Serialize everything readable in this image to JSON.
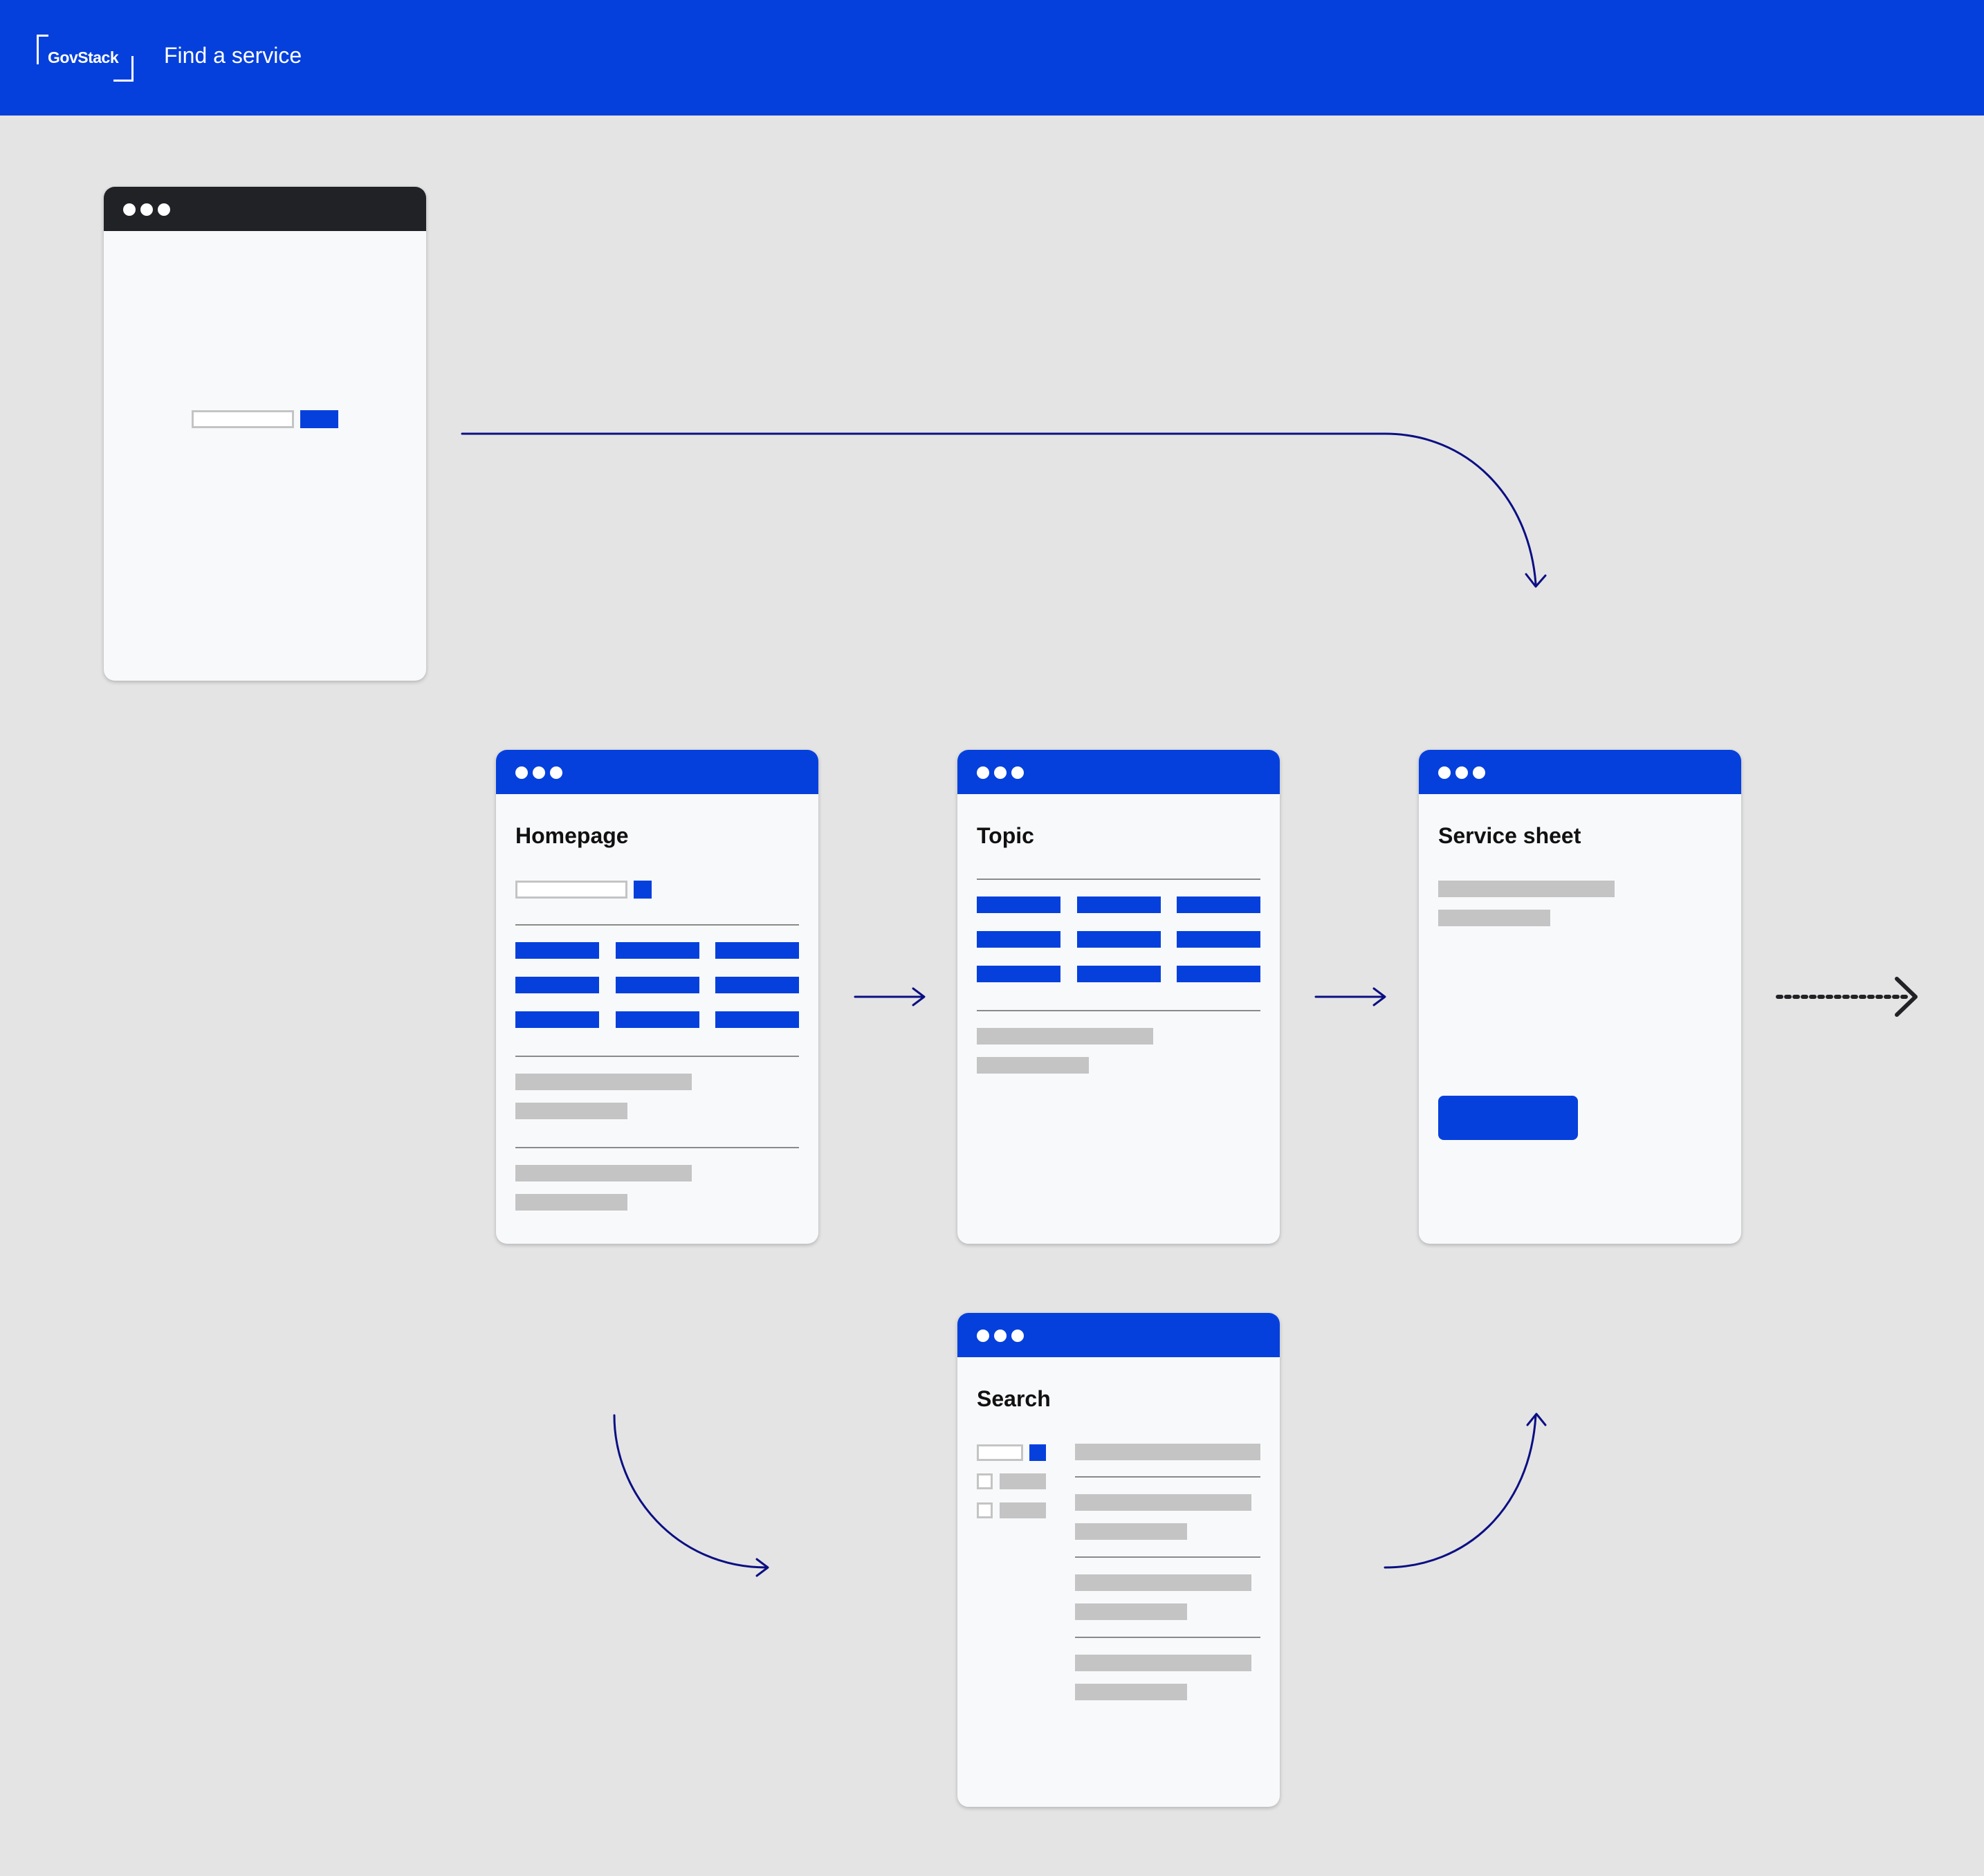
{
  "header": {
    "logo_text": "GovStack",
    "title": "Find a service"
  },
  "screens": {
    "homepage": {
      "title": "Homepage"
    },
    "topic": {
      "title": "Topic"
    },
    "service_sheet": {
      "title": "Service sheet"
    },
    "search": {
      "title": "Search"
    }
  },
  "colors": {
    "brand_blue": "#0540dc",
    "arrow_navy": "#0b0f82",
    "background": "#e4e4e4",
    "card": "#f8f9fb",
    "placeholder_grey": "#c4c4c4",
    "dark_bar": "#212226"
  }
}
